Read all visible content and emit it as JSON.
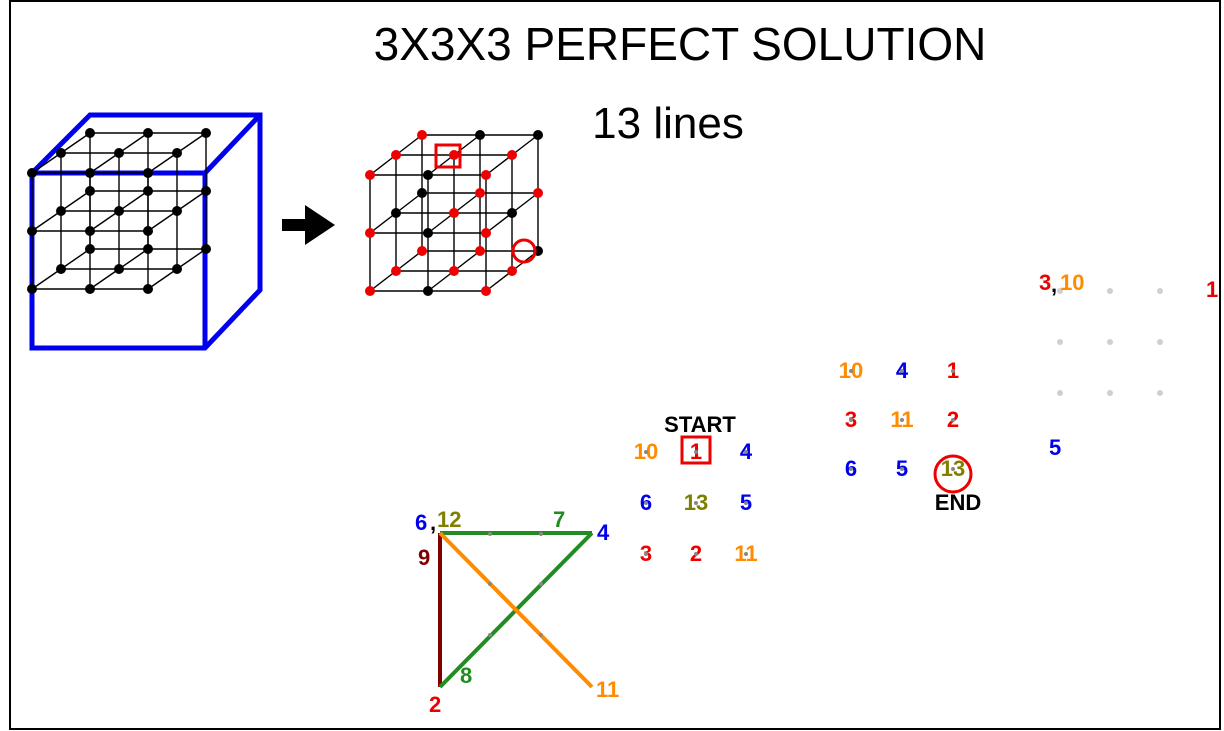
{
  "title": "3X3X3 PERFECT SOLUTION",
  "subtitle": "13 lines",
  "arrow_icon": "right-arrow-icon",
  "colors": {
    "blue": "#0000ee",
    "red": "#ee0000",
    "orange": "#ff8c00",
    "olive": "#808000",
    "green": "#228b22",
    "maroon": "#800000",
    "black": "#000000"
  },
  "left_grid": {
    "label": "",
    "cells": [
      {
        "text": "6",
        "color": "blue"
      },
      {
        "text": "12",
        "color": "olive"
      },
      {
        "text": "7",
        "color": "green"
      },
      {
        "text": "4",
        "color": "blue"
      },
      {
        "text": "9",
        "color": "maroon"
      },
      {
        "text": "8",
        "color": "green"
      },
      {
        "text": "2",
        "color": "red"
      },
      {
        "text": "11",
        "color": "orange"
      }
    ]
  },
  "middle_grid": {
    "start_label": "START",
    "rows": [
      [
        {
          "text": "10",
          "color": "orange"
        },
        {
          "text": "1",
          "color": "red",
          "boxed": true
        },
        {
          "text": "4",
          "color": "blue"
        }
      ],
      [
        {
          "text": "6",
          "color": "blue"
        },
        {
          "text": "13",
          "color": "olive"
        },
        {
          "text": "5",
          "color": "blue"
        }
      ],
      [
        {
          "text": "3",
          "color": "red"
        },
        {
          "text": "2",
          "color": "red"
        },
        {
          "text": "11",
          "color": "orange"
        }
      ]
    ]
  },
  "right_grid": {
    "end_label": "END",
    "rows": [
      [
        {
          "text": "10",
          "color": "orange"
        },
        {
          "text": "4",
          "color": "blue"
        },
        {
          "text": "1",
          "color": "red"
        }
      ],
      [
        {
          "text": "3",
          "color": "red"
        },
        {
          "text": "11",
          "color": "orange"
        },
        {
          "text": "2",
          "color": "red"
        }
      ],
      [
        {
          "text": "6",
          "color": "blue"
        },
        {
          "text": "5",
          "color": "blue"
        },
        {
          "text": "13",
          "color": "olive",
          "circled": true
        }
      ]
    ]
  },
  "far_right": {
    "top_label_a": "3",
    "top_label_b": "10",
    "top_right": "1",
    "bottom_label": "5"
  }
}
